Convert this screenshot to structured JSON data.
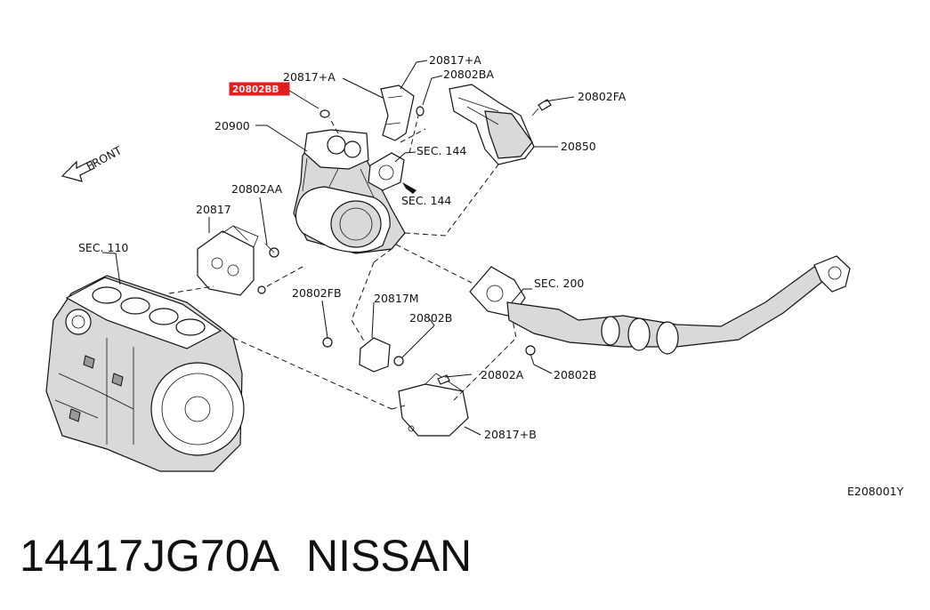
{
  "footer": {
    "part_number": "14417JG70A",
    "brand": "NISSAN"
  },
  "diagram": {
    "drawing_code": "E208001Y",
    "direction_label": "FRONT",
    "highlight_color": "#e02020",
    "callouts": {
      "p20817A_left": "20817+A",
      "p20802BB_highlight": "20802BB",
      "p20817A_top": "20817+A",
      "p20802BA": "20802BA",
      "p20802FA": "20802FA",
      "p20900": "20900",
      "sec144_upper": "SEC. 144",
      "p20850": "20850",
      "sec144_lower": "SEC. 144",
      "p20802AA": "20802AA",
      "p20817": "20817",
      "sec110": "SEC. 110",
      "sec200": "SEC. 200",
      "p20802FB": "20802FB",
      "p20817M": "20817M",
      "p20802B_mid": "20802B",
      "p20802A": "20802A",
      "p20802B_right": "20802B",
      "p20817B": "20817+B"
    }
  }
}
